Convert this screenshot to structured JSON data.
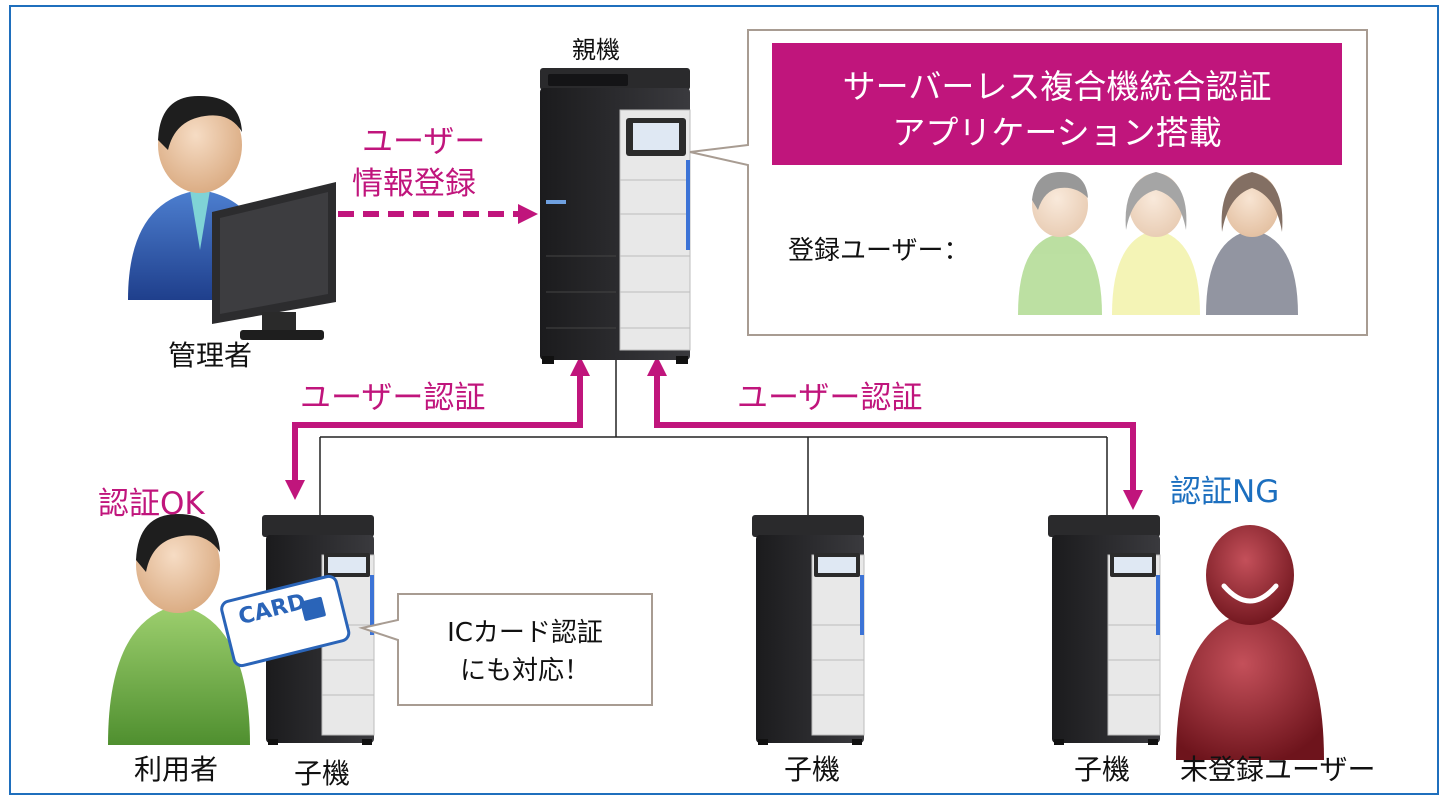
{
  "labels": {
    "parent": "親機",
    "admin": "管理者",
    "register_line1": "ユーザー",
    "register_line2": "情報登録",
    "auth_left": "ユーザー認証",
    "auth_right": "ユーザー認証",
    "auth_ok": "認証OK",
    "auth_ng": "認証NG",
    "user": "利用者",
    "unregistered": "未登録ユーザー",
    "child_1": "子機",
    "child_2": "子機",
    "child_3": "子機"
  },
  "callout_top": {
    "title_line1": "サーバーレス複合機統合認証",
    "title_line2": "アプリケーション搭載",
    "registered_users": "登録ユーザー："
  },
  "callout_ic": {
    "line1": "ICカード認証",
    "line2": "にも対応！"
  },
  "card_text": "CARD",
  "colors": {
    "accent_magenta": "#c0157c",
    "accent_blue": "#1c6fbf",
    "frame_border": "#1f6fbd",
    "callout_border": "#a89c92"
  }
}
